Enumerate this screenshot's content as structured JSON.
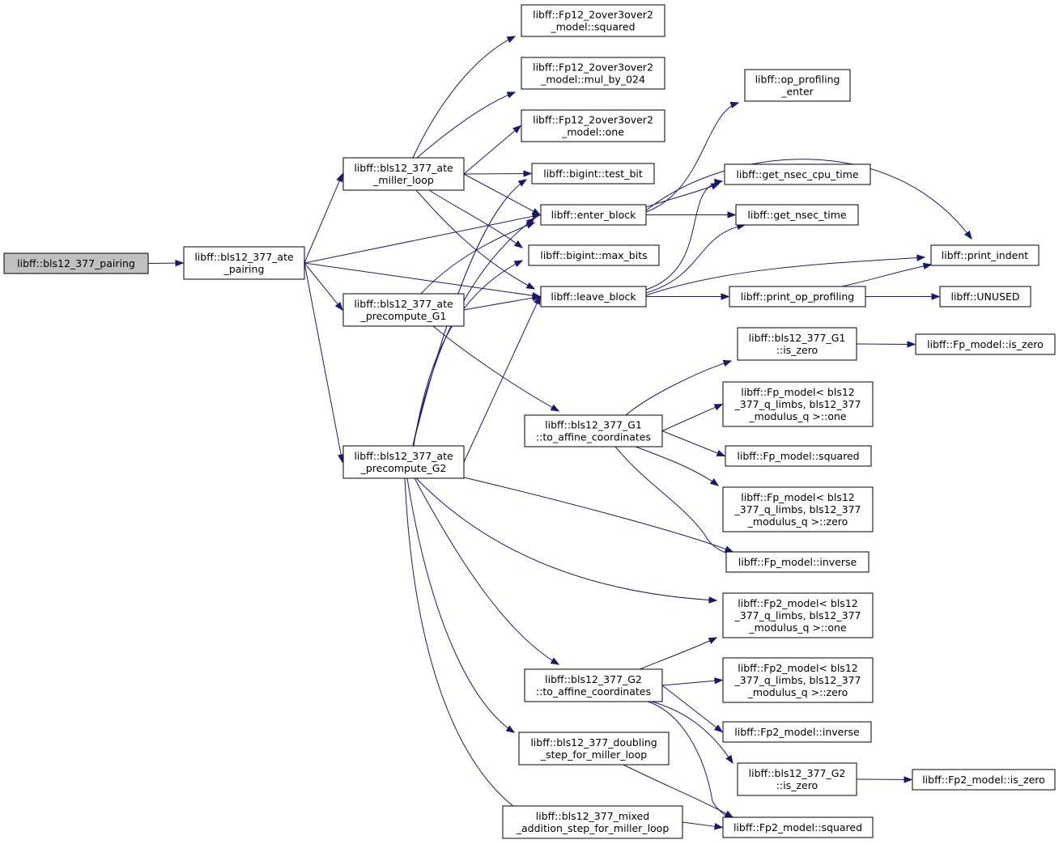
{
  "diagram": {
    "type": "call-graph",
    "colors": {
      "edge": "#191970",
      "root_fill": "#c0c0c0",
      "node_fill": "#ffffff",
      "node_border": "#000000"
    },
    "nodes": [
      {
        "id": "pairing",
        "lines": [
          "libff::bls12_377_pairing"
        ],
        "root": true
      },
      {
        "id": "ate_pairing",
        "lines": [
          "libff::bls12_377_ate",
          "_pairing"
        ]
      },
      {
        "id": "ate_miller_loop",
        "lines": [
          "libff::bls12_377_ate",
          "_miller_loop"
        ]
      },
      {
        "id": "ate_precompute_G1",
        "lines": [
          "libff::bls12_377_ate",
          "_precompute_G1"
        ]
      },
      {
        "id": "ate_precompute_G2",
        "lines": [
          "libff::bls12_377_ate",
          "_precompute_G2"
        ]
      },
      {
        "id": "fp12_squared",
        "lines": [
          "libff::Fp12_2over3over2",
          "_model::squared"
        ]
      },
      {
        "id": "fp12_mul_by_024",
        "lines": [
          "libff::Fp12_2over3over2",
          "_model::mul_by_024"
        ]
      },
      {
        "id": "fp12_one",
        "lines": [
          "libff::Fp12_2over3over2",
          "_model::one"
        ]
      },
      {
        "id": "bigint_test_bit",
        "lines": [
          "libff::bigint::test_bit"
        ]
      },
      {
        "id": "enter_block",
        "lines": [
          "libff::enter_block"
        ]
      },
      {
        "id": "bigint_max_bits",
        "lines": [
          "libff::bigint::max_bits"
        ]
      },
      {
        "id": "leave_block",
        "lines": [
          "libff::leave_block"
        ]
      },
      {
        "id": "op_profiling_enter",
        "lines": [
          "libff::op_profiling",
          "_enter"
        ]
      },
      {
        "id": "get_nsec_cpu_time",
        "lines": [
          "libff::get_nsec_cpu_time"
        ]
      },
      {
        "id": "get_nsec_time",
        "lines": [
          "libff::get_nsec_time"
        ]
      },
      {
        "id": "print_indent",
        "lines": [
          "libff::print_indent"
        ]
      },
      {
        "id": "print_op_profiling",
        "lines": [
          "libff::print_op_profiling"
        ]
      },
      {
        "id": "unused",
        "lines": [
          "libff::UNUSED"
        ]
      },
      {
        "id": "g1_is_zero",
        "lines": [
          "libff::bls12_377_G1",
          "::is_zero"
        ]
      },
      {
        "id": "fp_model_is_zero",
        "lines": [
          "libff::Fp_model::is_zero"
        ]
      },
      {
        "id": "fp_model_one",
        "lines": [
          "libff::Fp_model< bls12",
          "_377_q_limbs, bls12_377",
          "_modulus_q >::one"
        ]
      },
      {
        "id": "g1_to_affine",
        "lines": [
          "libff::bls12_377_G1",
          "::to_affine_coordinates"
        ]
      },
      {
        "id": "fp_model_squared",
        "lines": [
          "libff::Fp_model::squared"
        ]
      },
      {
        "id": "fp_model_zero",
        "lines": [
          "libff::Fp_model< bls12",
          "_377_q_limbs, bls12_377",
          "_modulus_q >::zero"
        ]
      },
      {
        "id": "fp_model_inverse",
        "lines": [
          "libff::Fp_model::inverse"
        ]
      },
      {
        "id": "fp2_model_one",
        "lines": [
          "libff::Fp2_model< bls12",
          "_377_q_limbs, bls12_377",
          "_modulus_q >::one"
        ]
      },
      {
        "id": "fp2_model_zero",
        "lines": [
          "libff::Fp2_model< bls12",
          "_377_q_limbs, bls12_377",
          "_modulus_q >::zero"
        ]
      },
      {
        "id": "g2_to_affine",
        "lines": [
          "libff::bls12_377_G2",
          "::to_affine_coordinates"
        ]
      },
      {
        "id": "fp2_model_inverse",
        "lines": [
          "libff::Fp2_model::inverse"
        ]
      },
      {
        "id": "doubling_step",
        "lines": [
          "libff::bls12_377_doubling",
          "_step_for_miller_loop"
        ]
      },
      {
        "id": "g2_is_zero",
        "lines": [
          "libff::bls12_377_G2",
          "::is_zero"
        ]
      },
      {
        "id": "fp2_model_is_zero",
        "lines": [
          "libff::Fp2_model::is_zero"
        ]
      },
      {
        "id": "mixed_addition_step",
        "lines": [
          "libff::bls12_377_mixed",
          "_addition_step_for_miller_loop"
        ]
      },
      {
        "id": "fp2_model_squared",
        "lines": [
          "libff::Fp2_model::squared"
        ]
      }
    ],
    "edges": [
      [
        "pairing",
        "ate_pairing"
      ],
      [
        "ate_pairing",
        "ate_miller_loop"
      ],
      [
        "ate_pairing",
        "enter_block"
      ],
      [
        "ate_pairing",
        "leave_block"
      ],
      [
        "ate_pairing",
        "ate_precompute_G1"
      ],
      [
        "ate_pairing",
        "ate_precompute_G2"
      ],
      [
        "ate_miller_loop",
        "fp12_squared"
      ],
      [
        "ate_miller_loop",
        "fp12_mul_by_024"
      ],
      [
        "ate_miller_loop",
        "fp12_one"
      ],
      [
        "ate_miller_loop",
        "bigint_test_bit"
      ],
      [
        "ate_miller_loop",
        "enter_block"
      ],
      [
        "ate_miller_loop",
        "bigint_max_bits"
      ],
      [
        "ate_miller_loop",
        "leave_block"
      ],
      [
        "ate_precompute_G1",
        "enter_block"
      ],
      [
        "ate_precompute_G1",
        "leave_block"
      ],
      [
        "ate_precompute_G1",
        "g1_to_affine"
      ],
      [
        "ate_precompute_G2",
        "bigint_test_bit"
      ],
      [
        "ate_precompute_G2",
        "enter_block"
      ],
      [
        "ate_precompute_G2",
        "bigint_max_bits"
      ],
      [
        "ate_precompute_G2",
        "leave_block"
      ],
      [
        "ate_precompute_G2",
        "fp_model_inverse"
      ],
      [
        "ate_precompute_G2",
        "fp2_model_one"
      ],
      [
        "ate_precompute_G2",
        "g2_to_affine"
      ],
      [
        "ate_precompute_G2",
        "doubling_step"
      ],
      [
        "ate_precompute_G2",
        "mixed_addition_step"
      ],
      [
        "enter_block",
        "op_profiling_enter"
      ],
      [
        "enter_block",
        "get_nsec_cpu_time"
      ],
      [
        "enter_block",
        "get_nsec_time"
      ],
      [
        "enter_block",
        "print_indent"
      ],
      [
        "leave_block",
        "get_nsec_cpu_time"
      ],
      [
        "leave_block",
        "get_nsec_time"
      ],
      [
        "leave_block",
        "print_indent"
      ],
      [
        "leave_block",
        "print_op_profiling"
      ],
      [
        "print_op_profiling",
        "print_indent"
      ],
      [
        "print_op_profiling",
        "unused"
      ],
      [
        "g1_to_affine",
        "g1_is_zero"
      ],
      [
        "g1_to_affine",
        "fp_model_one"
      ],
      [
        "g1_to_affine",
        "fp_model_squared"
      ],
      [
        "g1_to_affine",
        "fp_model_zero"
      ],
      [
        "g1_to_affine",
        "fp_model_inverse"
      ],
      [
        "g1_is_zero",
        "fp_model_is_zero"
      ],
      [
        "g2_to_affine",
        "fp2_model_one"
      ],
      [
        "g2_to_affine",
        "fp2_model_zero"
      ],
      [
        "g2_to_affine",
        "fp2_model_inverse"
      ],
      [
        "g2_to_affine",
        "g2_is_zero"
      ],
      [
        "g2_to_affine",
        "fp2_model_squared"
      ],
      [
        "g2_is_zero",
        "fp2_model_is_zero"
      ],
      [
        "doubling_step",
        "fp2_model_squared"
      ],
      [
        "mixed_addition_step",
        "fp2_model_squared"
      ]
    ]
  }
}
